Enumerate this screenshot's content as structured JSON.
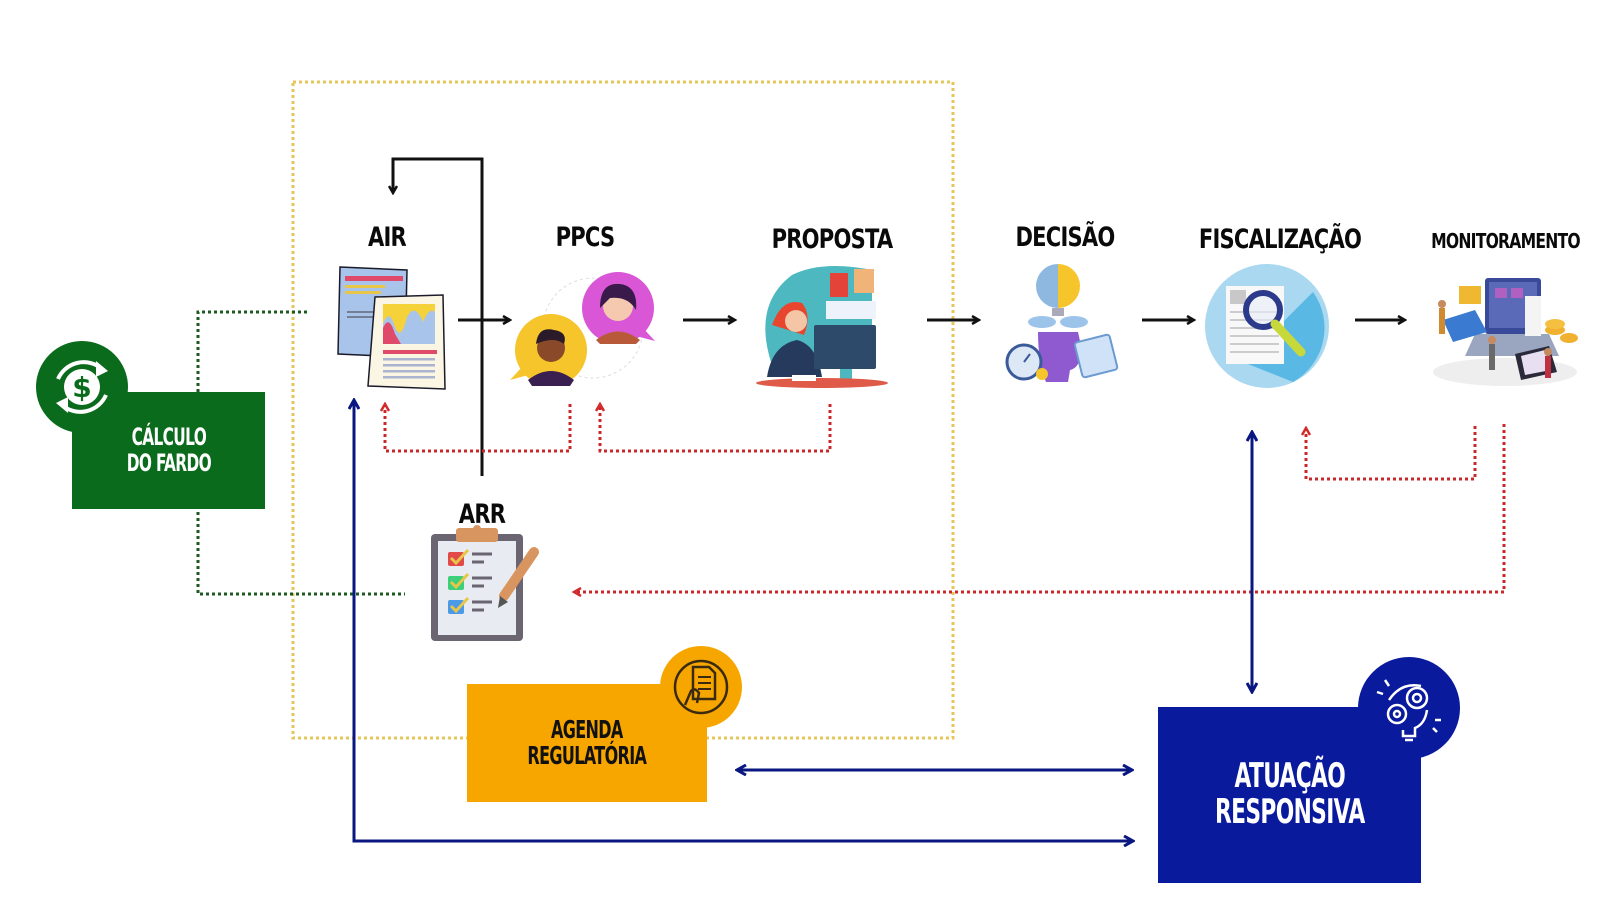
{
  "stages": {
    "air": "AIR",
    "ppcs": "PPCS",
    "proposta": "PROPOSTA",
    "decisao": "DECISÃO",
    "fiscalizacao": "FISCALIZAÇÃO",
    "monitoramento": "MONITORAMENTO",
    "arr": "ARR"
  },
  "boxes": {
    "calculo": {
      "line1": "CÁLCULO",
      "line2": "DO FARDO",
      "color": "#0b6b1c",
      "icon": "dollar-cycle-icon"
    },
    "agenda": {
      "line1": "AGENDA",
      "line2": "REGULATÓRIA",
      "color": "#f7a600",
      "icon": "hand-document-icon"
    },
    "atuacao": {
      "line1": "ATUAÇÃO",
      "line2": "RESPONSIVA",
      "color": "#0a1a9c",
      "icon": "gear-bulb-icon"
    }
  },
  "colors": {
    "flow_arrow": "#111111",
    "feedback_red": "#c8282a",
    "link_blue": "#0a1780",
    "cost_green": "#1d5a22",
    "agenda_scope_gold": "#e6c65a"
  }
}
